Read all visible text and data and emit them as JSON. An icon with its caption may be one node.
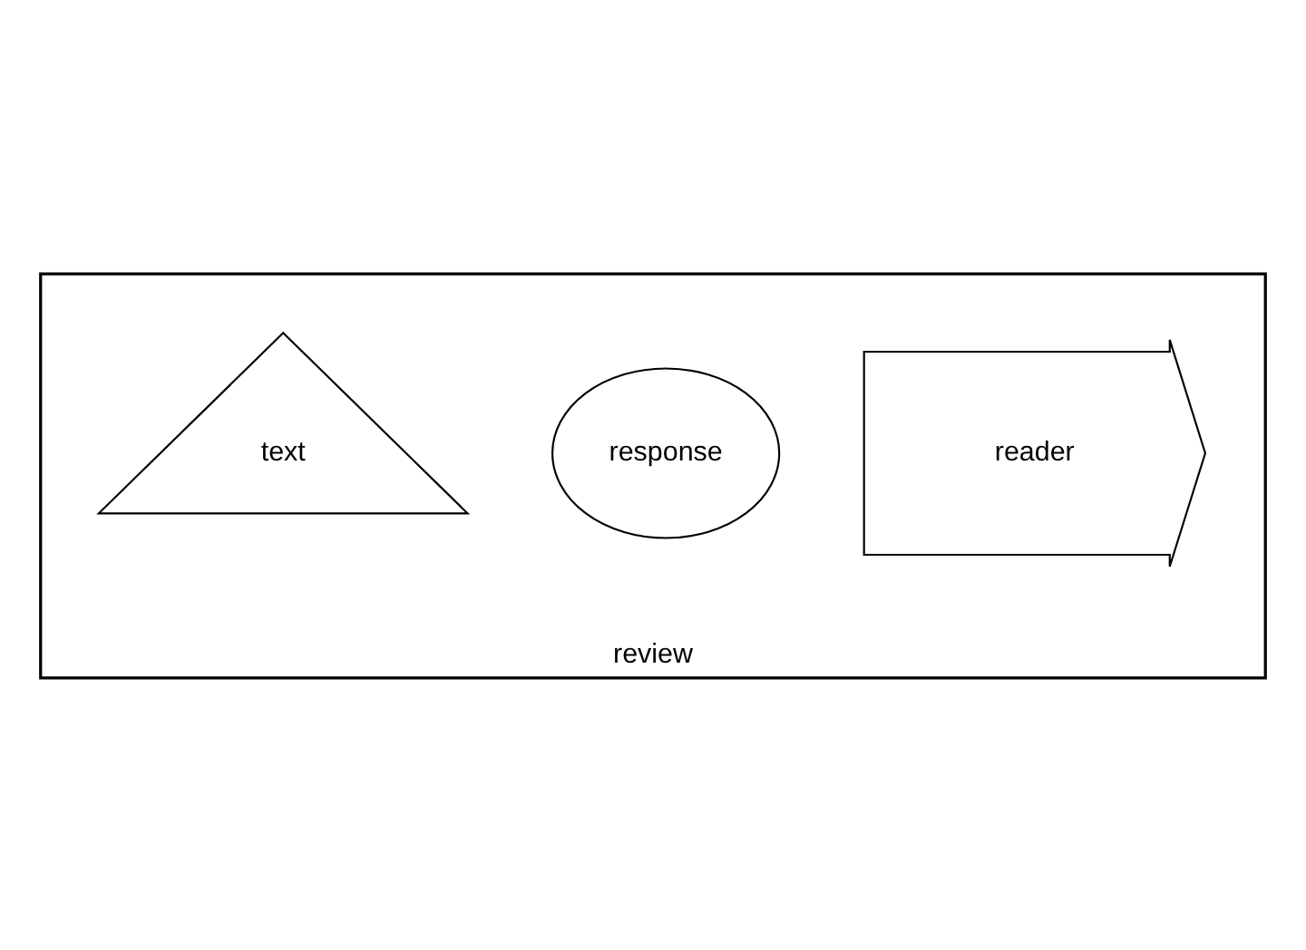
{
  "diagram": {
    "nodes": [
      {
        "text": [
          "review"
        ]
      },
      {
        "text": [
          "reader"
        ],
        "in": 0
      },
      {
        "text": [
          "response"
        ],
        "in": 0
      },
      {
        "text": [
          "text"
        ],
        "in": 0
      }
    ]
  }
}
